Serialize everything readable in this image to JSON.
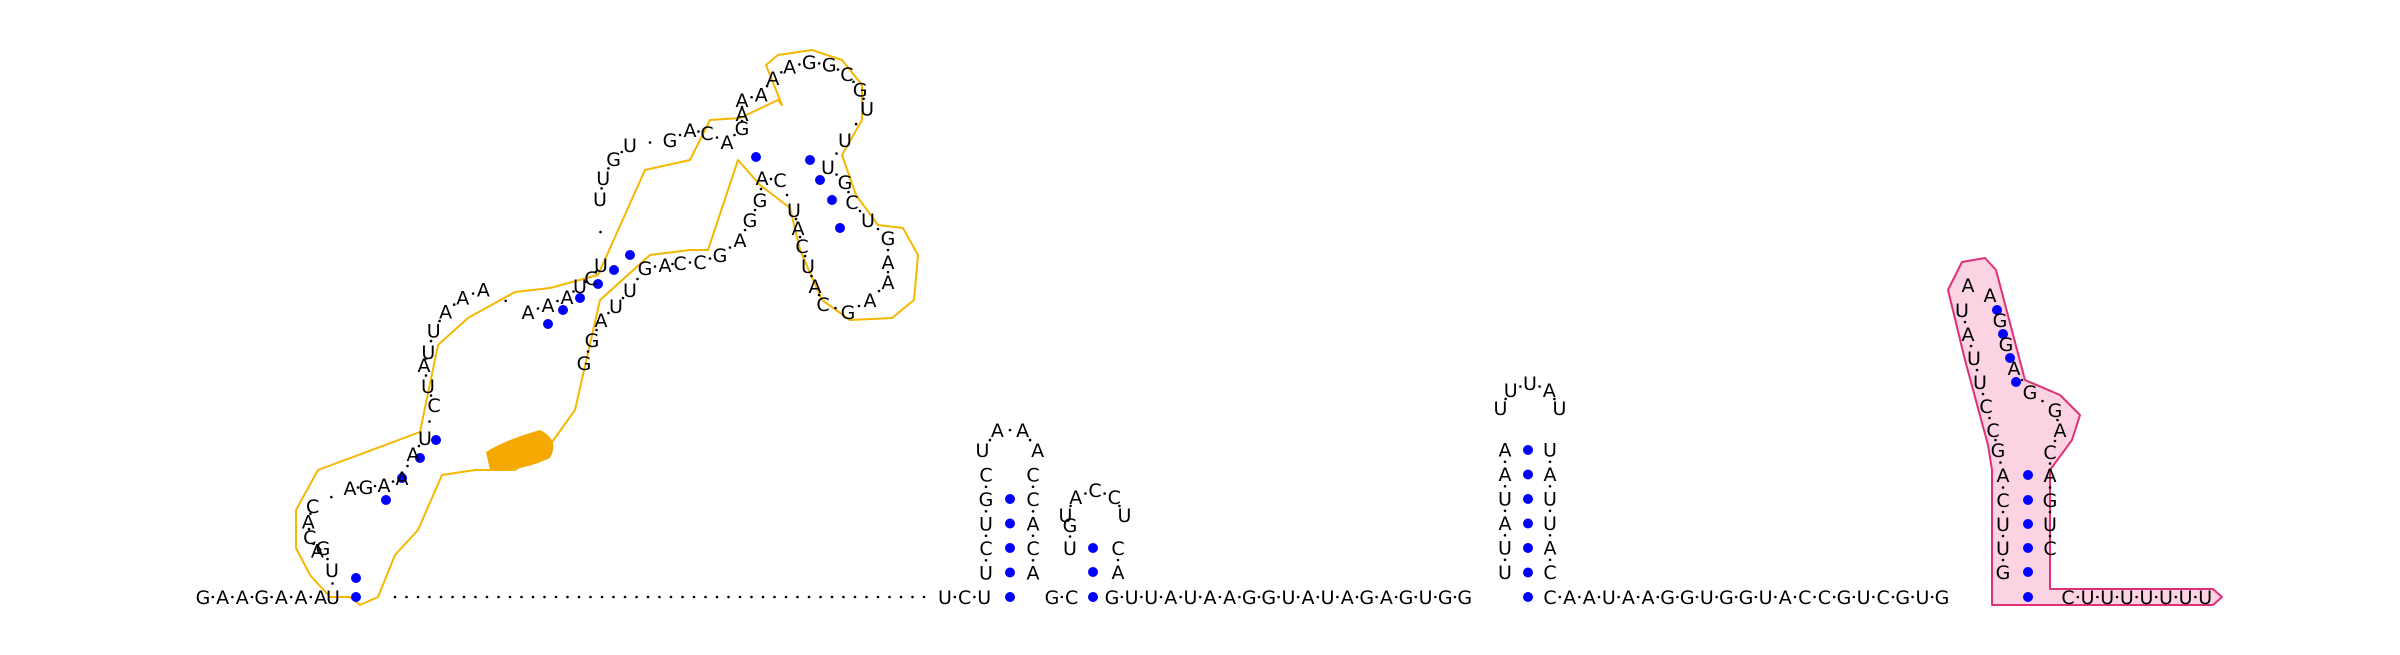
{
  "colors": {
    "text": "#000000",
    "backbone": "#000000",
    "base_pair": "#0000ff",
    "domain1_outline": "#f5b700",
    "domain1_fill": "#ffffff",
    "domain1_highlight": "#f5a800",
    "domain2_outline": "#e0307a",
    "domain2_fill": "#fbd3e2"
  },
  "diagram": {
    "type": "rna-secondary-structure",
    "five_prime_tail": "GAAGAAA",
    "spacer": "spacer",
    "hairpins": [
      {
        "stem_5p": "UCUGC",
        "loop": "UAAA",
        "stem_3p": "CCACA",
        "flank_before": "UCU",
        "flank_after": "GC"
      },
      {
        "stem_5p": "UG",
        "loop": "UACCU",
        "stem_3p": "CA",
        "flank_after": "GUUAUAAGGUAUAGAGUGG"
      },
      {
        "stem_5p": "UUAUAA",
        "loop": "UUUAU",
        "stem_3p": "UAUUAC",
        "flank_after": "CAAUAAGGUGGUACCGUCGUG"
      },
      {
        "stem_5p": "GUUCAGCCUUAU",
        "loop": "A",
        "stem_3p": "AGGAGGACAGUC",
        "flank_after": "CUUUUUUU"
      }
    ],
    "multibranch_domain": {
      "sequence": "UUGACACAGAAAUCUAUUAAAAAAUCUUUGUGACAGAAAAAGGCGUUUGCUGAAAGCAUCAUCAGGAGCCAGUUAGG"
    }
  }
}
